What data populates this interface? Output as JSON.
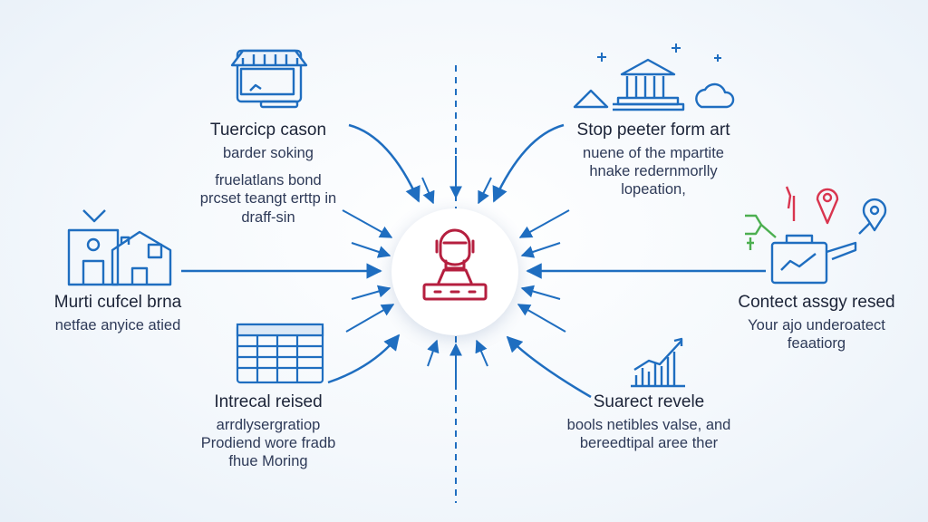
{
  "colors": {
    "accent": "#1f6ec0",
    "center_icon": "#b51f3f",
    "green": "#4caf50",
    "red": "#d9354f"
  },
  "center": {
    "icon": "robot-person-icon"
  },
  "nodes": {
    "top_left": {
      "icon": "storefront-monitor-icon",
      "title": "Tuercicp cason",
      "lines": [
        "barder soking",
        "fruelatlans bond",
        "prcset teangt erttp in",
        "draff-sin"
      ]
    },
    "top_right": {
      "icon": "bank-cloud-icon",
      "title": "Stop peeter form art",
      "lines": [
        "nuene of the mpartite",
        "hnake redernmorlly",
        "lopeation,"
      ]
    },
    "left": {
      "icon": "house-warehouse-icon",
      "title": "Murti cufcel brna",
      "lines": [
        "netfae anyice atied"
      ]
    },
    "right": {
      "icon": "briefcase-map-pins-icon",
      "title": "Contect assgy resed",
      "lines": [
        "Your ajo underoatect",
        "feaatiorg"
      ]
    },
    "bottom_left": {
      "icon": "spreadsheet-window-icon",
      "title": "Intrecal reised",
      "lines": [
        "arrdlysergratiop",
        "Prodiend wore fradb",
        "fhue Moring"
      ]
    },
    "bottom_right": {
      "icon": "bar-chart-growth-icon",
      "title": "Suarect revele",
      "lines": [
        "bools netibles valse, and",
        "bereedtipal aree ther"
      ]
    }
  }
}
